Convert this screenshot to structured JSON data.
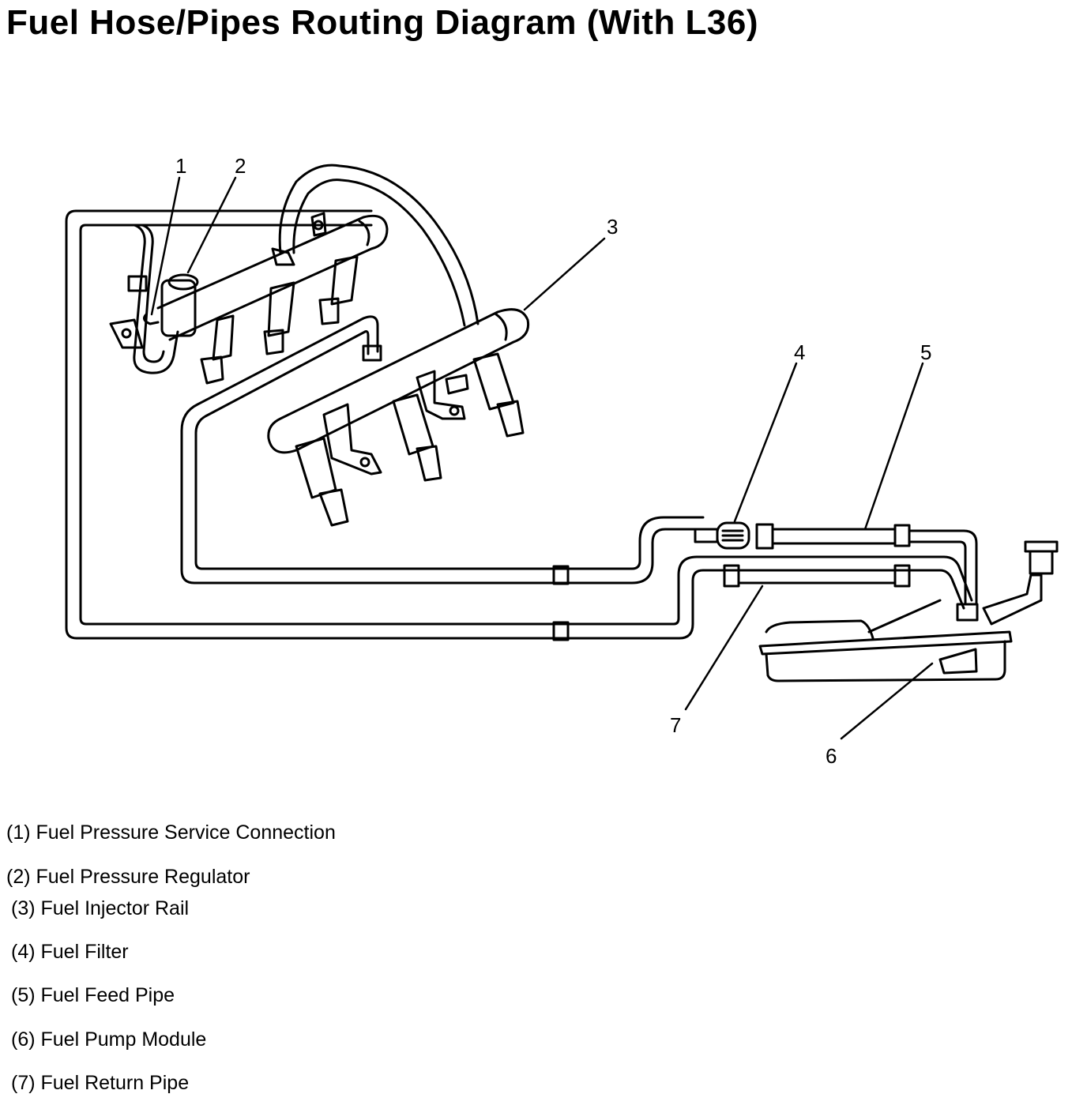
{
  "title": "Fuel Hose/Pipes Routing Diagram (With L36)",
  "callouts": [
    "1",
    "2",
    "3",
    "4",
    "5",
    "6",
    "7"
  ],
  "legend": [
    "(1) Fuel Pressure Service Connection",
    "(2) Fuel Pressure Regulator",
    "(3) Fuel Injector Rail",
    "(4) Fuel Filter",
    "(5) Fuel Feed Pipe",
    "(6) Fuel Pump Module",
    "(7) Fuel Return Pipe"
  ]
}
